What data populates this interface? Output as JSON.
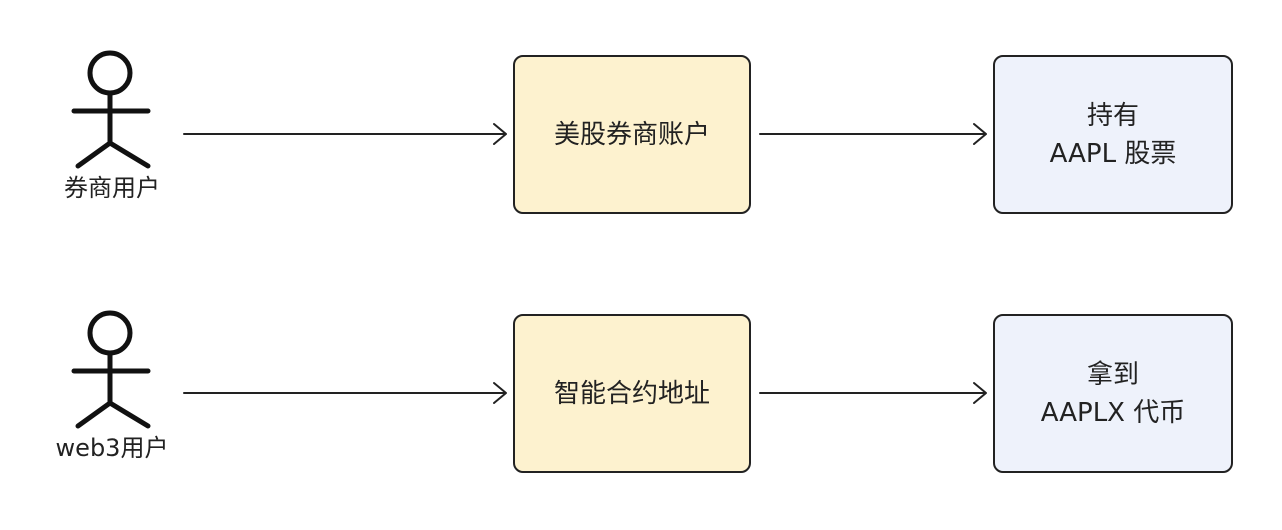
{
  "colors": {
    "account_fill": "#FDF2CF",
    "result_fill": "#EEF2FB",
    "stroke": "#222222"
  },
  "rows": [
    {
      "actor_label": "券商用户",
      "account_label": "美股券商账户",
      "result_line1": "持有",
      "result_line2": "AAPL 股票"
    },
    {
      "actor_label": "web3用户",
      "account_label": "智能合约地址",
      "result_line1": "拿到",
      "result_line2": "AAPLX 代币"
    }
  ]
}
